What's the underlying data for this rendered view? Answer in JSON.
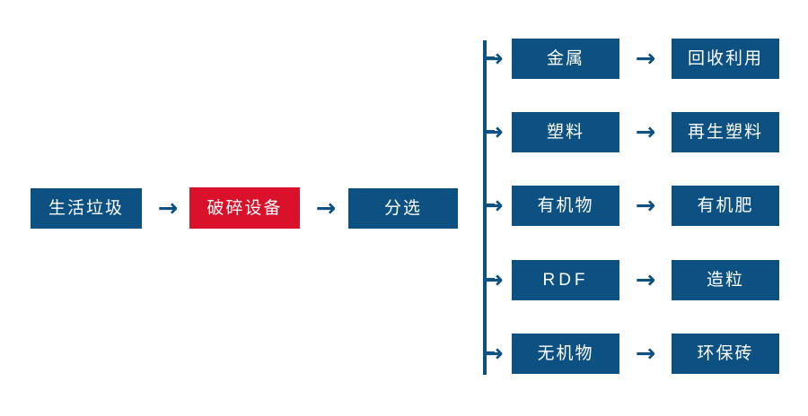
{
  "diagram": {
    "type": "process-flowchart",
    "title": "",
    "colors": {
      "box_primary": "#0d5183",
      "box_highlight": "#d9112a",
      "text": "#ffffff",
      "connector": "#0d5183",
      "background": "#ffffff"
    },
    "main_flow": [
      {
        "label": "生活垃圾",
        "style": "primary"
      },
      {
        "label": "破碎设备",
        "style": "highlight"
      },
      {
        "label": "分选",
        "style": "primary"
      }
    ],
    "arrow_glyph": "→",
    "branches": [
      {
        "material": "金属",
        "product": "回收利用"
      },
      {
        "material": "塑料",
        "product": "再生塑料"
      },
      {
        "material": "有机物",
        "product": "有机肥"
      },
      {
        "material": "RDF",
        "product": "造粒",
        "latin": true
      },
      {
        "material": "无机物",
        "product": "环保砖"
      }
    ]
  }
}
